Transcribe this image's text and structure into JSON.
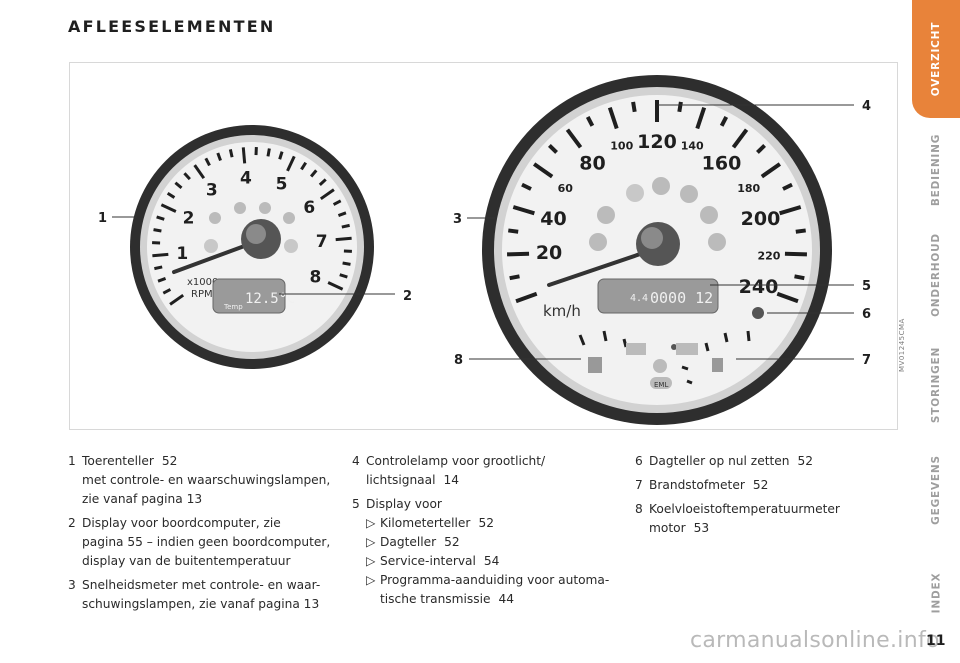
{
  "page": {
    "title": "AFLEESELEMENTEN",
    "page_number": "11",
    "figure_code": "MV01245CMA",
    "watermark": "carmanualsonline.info"
  },
  "sidebar": {
    "tabs": [
      {
        "label": "OVERZICHT",
        "active": true
      },
      {
        "label": "BEDIENING",
        "active": false
      },
      {
        "label": "ONDERHOUD",
        "active": false
      },
      {
        "label": "STORINGEN",
        "active": false
      },
      {
        "label": "GEGEVENS",
        "active": false
      },
      {
        "label": "INDEX",
        "active": false
      }
    ],
    "active_color": "#e8833a"
  },
  "figure": {
    "callouts": [
      "1",
      "2",
      "3",
      "4",
      "5",
      "6",
      "7",
      "8"
    ],
    "tachometer": {
      "numerals": [
        "1",
        "2",
        "3",
        "4",
        "5",
        "6",
        "7",
        "8"
      ],
      "unit_line1": "x1000",
      "unit_line2": "RPM",
      "display_value": "12.5°C",
      "display_label": "Temp"
    },
    "speedometer": {
      "large_numerals": [
        "20",
        "40",
        "80",
        "120",
        "160",
        "200",
        "240"
      ],
      "small_numerals": [
        "60",
        "100",
        "140",
        "180",
        "220"
      ],
      "unit": "km/h",
      "display_small": "4.4",
      "display_value": "0000 12",
      "eml_label": "EML"
    }
  },
  "descriptions": {
    "col1": [
      {
        "num": "1",
        "title": "Toerenteller",
        "page": "52",
        "lines": [
          "met controle- en waarschuwingslampen,",
          "zie vanaf pagina 13"
        ]
      },
      {
        "num": "2",
        "title": "Display voor boordcomputer, zie",
        "page": "",
        "lines": [
          "pagina 55 – indien geen boordcomputer,",
          "display van de buitentemperatuur"
        ]
      },
      {
        "num": "3",
        "title": "Snelheidsmeter met controle- en waar-",
        "page": "",
        "lines": [
          "schuwingslampen, zie vanaf pagina 13"
        ]
      }
    ],
    "col2": {
      "item4": {
        "num": "4",
        "title": "Controlelamp voor grootlicht/",
        "line2": "lichtsignaal",
        "page": "14"
      },
      "item5": {
        "num": "5",
        "title": "Display voor",
        "subs": [
          {
            "text": "Kilometerteller",
            "page": "52"
          },
          {
            "text": "Dagteller",
            "page": "52"
          },
          {
            "text": "Service-interval",
            "page": "54"
          },
          {
            "text": "Programma-aanduiding voor automa-",
            "page": ""
          }
        ],
        "last_line": "tische transmissie",
        "last_page": "44"
      }
    },
    "col3": [
      {
        "num": "6",
        "title": "Dagteller op nul zetten",
        "page": "52",
        "line2": "",
        "page2": ""
      },
      {
        "num": "7",
        "title": "Brandstofmeter",
        "page": "52",
        "line2": "",
        "page2": ""
      },
      {
        "num": "8",
        "title": "Koelvloeistoftemperatuurmeter",
        "page": "",
        "line2": "motor",
        "page2": "53"
      }
    ]
  }
}
